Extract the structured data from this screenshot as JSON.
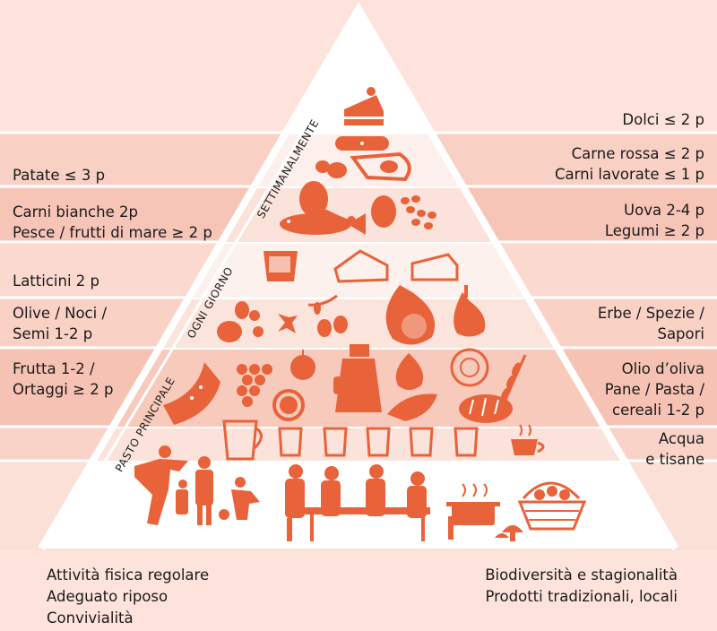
{
  "colors": {
    "background": "#fde3db",
    "band_light": "#fdeae4",
    "band_mid": "#f7c9bb",
    "band_dark": "#f3b3a2",
    "icon": "#e8623a",
    "pyramid_edge": "#ffffff"
  },
  "side_labels": {
    "left": [
      {
        "lines": [
          "Patate ≤ 3 p"
        ]
      },
      {
        "lines": [
          "Carni bianche 2p",
          "Pesce / frutti di mare ≥ 2 p"
        ]
      },
      {
        "lines": [
          "Latticini 2 p"
        ]
      },
      {
        "lines": [
          "Olive / Noci /",
          "Semi 1-2 p"
        ]
      },
      {
        "lines": [
          "Frutta 1-2 /",
          "Ortaggi ≥ 2 p"
        ]
      }
    ],
    "right": [
      {
        "lines": [
          "Dolci ≤ 2 p"
        ]
      },
      {
        "lines": [
          "Carne rossa ≤ 2 p",
          "Carni lavorate ≤ 1 p"
        ]
      },
      {
        "lines": [
          "Uova 2-4 p",
          "Legumi ≥ 2 p"
        ]
      },
      {
        "lines": [
          "Erbe / Spezie /",
          "Sapori"
        ]
      },
      {
        "lines": [
          "Olio d’oliva",
          "Pane / Pasta /",
          "cereali 1-2 p"
        ]
      },
      {
        "lines": [
          "Acqua",
          "e tisane"
        ]
      }
    ]
  },
  "frequency_labels": {
    "weekly": "SETTIMANALMENTE",
    "daily": "OGNI GIORNO",
    "each_meal": "PASTO PRINCIPALE"
  },
  "bottom_labels": {
    "left": [
      "Attività fisica regolare",
      "Adeguato riposo",
      "Convivialità"
    ],
    "right": [
      "Biodiversità e stagionalità",
      "Prodotti tradizionali, locali"
    ]
  },
  "icons": [
    "cake-icon",
    "sausage-icon",
    "steak-icon",
    "potatoes-icon",
    "chicken-leg-icon",
    "fish-icon",
    "egg-icon",
    "beans-icon",
    "yogurt-icon",
    "cheese-icon",
    "cheese-wedge-icon",
    "nuts-icon",
    "olives-icon",
    "onion-icon",
    "garlic-icon",
    "watermelon-icon",
    "grapes-icon",
    "apple-icon",
    "orange-slice-icon",
    "olive-oil-bottle-icon",
    "artichoke-icon",
    "cabbage-icon",
    "wheat-icon",
    "spinach-icon",
    "bread-icon",
    "water-pitcher-icon",
    "water-glass-icon",
    "tea-cup-icon",
    "exercising-people-icon",
    "family-dining-icon",
    "cooking-pot-icon",
    "mushrooms-icon",
    "basket-icon"
  ]
}
